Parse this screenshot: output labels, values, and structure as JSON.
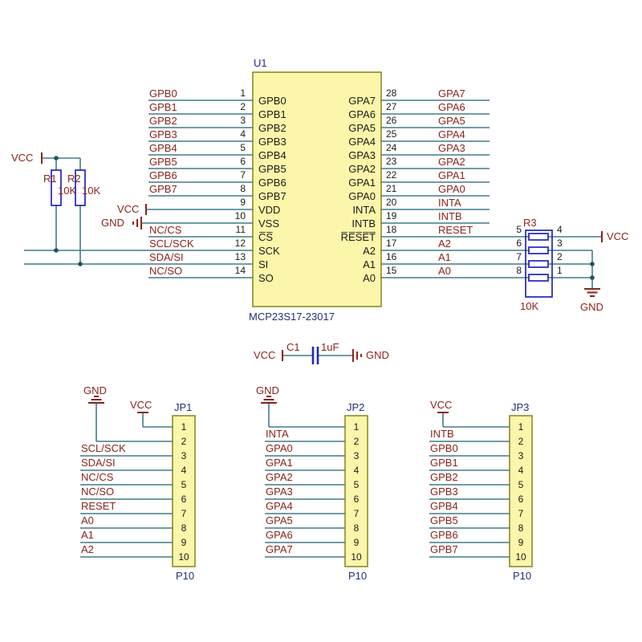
{
  "colors": {
    "wire": "#417c8c",
    "symbol_blue": "#2424bb",
    "power_red": "#8a241b",
    "net_text": "#8a241b",
    "refdes_blue": "#233076",
    "body_fill": "#fcf6aa",
    "body_outline": "#8c8c28"
  },
  "power": {
    "vcc": "VCC",
    "gnd": "GND"
  },
  "u1": {
    "refdes": "U1",
    "part": "MCP23S17-23017",
    "left_pins": [
      {
        "num": "1",
        "name": "GPB0",
        "net": "GPB0"
      },
      {
        "num": "2",
        "name": "GPB1",
        "net": "GPB1"
      },
      {
        "num": "3",
        "name": "GPB2",
        "net": "GPB2"
      },
      {
        "num": "4",
        "name": "GPB3",
        "net": "GPB3"
      },
      {
        "num": "5",
        "name": "GPB4",
        "net": "GPB4"
      },
      {
        "num": "6",
        "name": "GPB5",
        "net": "GPB5"
      },
      {
        "num": "7",
        "name": "GPB6",
        "net": "GPB6"
      },
      {
        "num": "8",
        "name": "GPB7",
        "net": "GPB7"
      },
      {
        "num": "9",
        "name": "VDD",
        "net": ""
      },
      {
        "num": "10",
        "name": "VSS",
        "net": ""
      },
      {
        "num": "11",
        "name": "C̅S̅",
        "net": "NC/CS"
      },
      {
        "num": "12",
        "name": "SCK",
        "net": "SCL/SCK"
      },
      {
        "num": "13",
        "name": "SI",
        "net": "SDA/SI"
      },
      {
        "num": "14",
        "name": "SO",
        "net": "NC/SO"
      }
    ],
    "right_pins": [
      {
        "num": "28",
        "name": "GPA7",
        "net": "GPA7"
      },
      {
        "num": "27",
        "name": "GPA6",
        "net": "GPA6"
      },
      {
        "num": "26",
        "name": "GPA5",
        "net": "GPA5"
      },
      {
        "num": "25",
        "name": "GPA4",
        "net": "GPA4"
      },
      {
        "num": "24",
        "name": "GPA3",
        "net": "GPA3"
      },
      {
        "num": "23",
        "name": "GPA2",
        "net": "GPA2"
      },
      {
        "num": "22",
        "name": "GPA1",
        "net": "GPA1"
      },
      {
        "num": "21",
        "name": "GPA0",
        "net": "GPA0"
      },
      {
        "num": "20",
        "name": "INTA",
        "net": "INTA"
      },
      {
        "num": "19",
        "name": "INTB",
        "net": "INTB"
      },
      {
        "num": "18",
        "name": "R̅E̅S̅E̅T̅",
        "net": "RESET"
      },
      {
        "num": "17",
        "name": "A2",
        "net": "A2"
      },
      {
        "num": "16",
        "name": "A1",
        "net": "A1"
      },
      {
        "num": "15",
        "name": "A0",
        "net": "A0"
      }
    ]
  },
  "r1": {
    "refdes": "R1",
    "value": "10K"
  },
  "r2": {
    "refdes": "R2",
    "value": "10K"
  },
  "r3": {
    "refdes": "R3",
    "value": "10K",
    "left_nums": [
      "5",
      "6",
      "7",
      "8"
    ],
    "right_nums": [
      "4",
      "3",
      "2",
      "1"
    ]
  },
  "c1": {
    "refdes": "C1",
    "value": "1uF"
  },
  "headers": [
    {
      "refdes": "JP1",
      "part": "P10",
      "pin_numbers": [
        "1",
        "2",
        "3",
        "4",
        "5",
        "6",
        "7",
        "8",
        "9",
        "10"
      ],
      "nets": [
        "",
        "",
        "SCL/SCK",
        "SDA/SI",
        "NC/CS",
        "NC/SO",
        "RESET",
        "A0",
        "A1",
        "A2"
      ]
    },
    {
      "refdes": "JP2",
      "part": "P10",
      "pin_numbers": [
        "1",
        "2",
        "3",
        "4",
        "5",
        "6",
        "7",
        "8",
        "9",
        "10"
      ],
      "nets": [
        "",
        "INTA",
        "GPA0",
        "GPA1",
        "GPA2",
        "GPA3",
        "GPA4",
        "GPA5",
        "GPA6",
        "GPA7"
      ]
    },
    {
      "refdes": "JP3",
      "part": "P10",
      "pin_numbers": [
        "1",
        "2",
        "3",
        "4",
        "5",
        "6",
        "7",
        "8",
        "9",
        "10"
      ],
      "nets": [
        "",
        "INTB",
        "GPB0",
        "GPB1",
        "GPB2",
        "GPB3",
        "GPB4",
        "GPB5",
        "GPB6",
        "GPB7"
      ]
    }
  ]
}
